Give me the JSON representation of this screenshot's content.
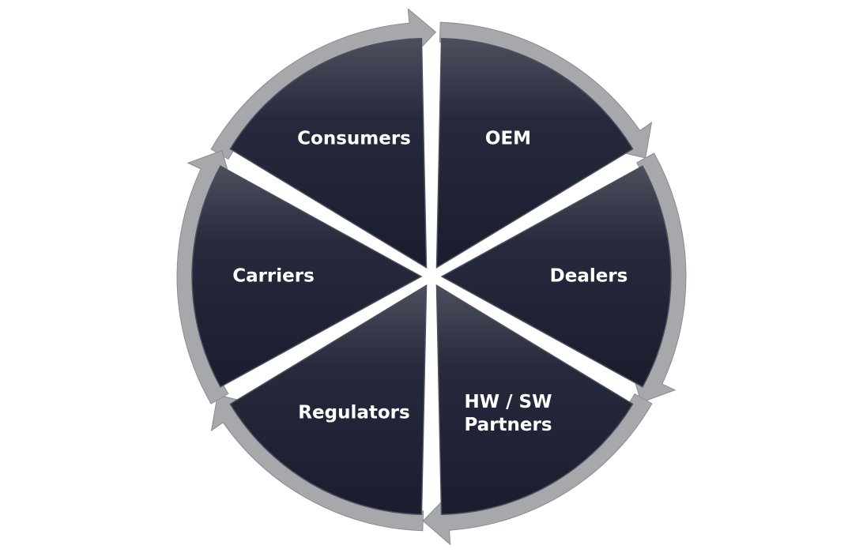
{
  "diagram": {
    "segments": [
      {
        "label": "Consumers"
      },
      {
        "label": "OEM"
      },
      {
        "label": "Dealers"
      },
      {
        "label": "HW / SW Partners"
      },
      {
        "label": "Regulators"
      },
      {
        "label": "Carriers"
      }
    ],
    "colors": {
      "segment_dark": "#1c1f31",
      "segment_light": "#4c4f5d",
      "arrow": "#a7a8ab",
      "arrow_edge": "#8a8b8e",
      "background": "#ffffff"
    },
    "flow_direction": "clockwise"
  }
}
